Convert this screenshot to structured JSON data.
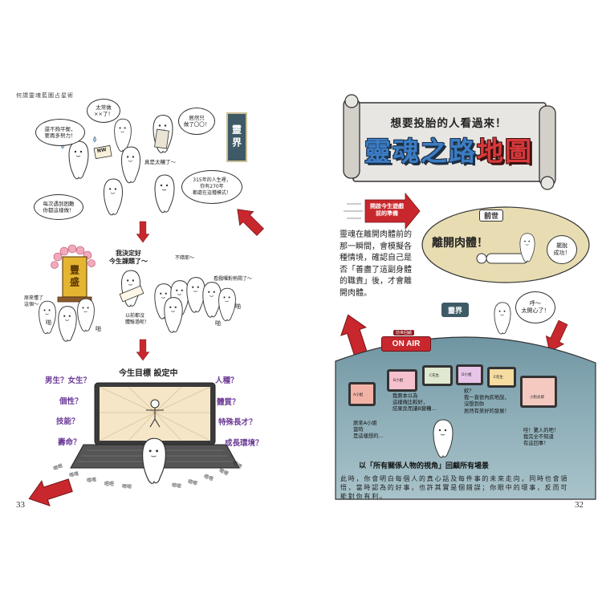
{
  "left_page": {
    "running_header": "何謂靈魂藍圖占星術",
    "page_number": "33",
    "judgement_scene": {
      "realm_label": "靈界",
      "card_text": "NW",
      "bubble_balance": "還不夠平衡，\n要再多努力！",
      "bubble_too_often": "太常做\n××了！",
      "bubble_only_did": "居然只\n做了〇〇！",
      "remark_terrible": "真是太糟了～",
      "bubble_315_years": "315年的人生裡，\n你有270年\n都處在這種模式！",
      "bubble_every_time": "每次遇到困難\n你都這樣做！"
    },
    "decision_scene": {
      "shrine_plaque": "豐盛",
      "decided": "我決定好\n今生課題了～",
      "not_bad": "不錯耶～",
      "watching": "看戲囉對熱鬧了～",
      "understood": "原來懂了\n這個～",
      "never_experienced": "以前都沒\n體驗過呢！",
      "clap_sounds": [
        "啪",
        "啪",
        "啪",
        "啪"
      ]
    },
    "goal_setting_scene": {
      "title": "今生目標 設定中",
      "left_questions": [
        "男生？女生？",
        "個性？",
        "技能？",
        "壽命？"
      ],
      "right_questions": [
        "人種？",
        "體質？",
        "特殊長才？",
        "成長環境？"
      ],
      "murmurs": [
        "嗯嗯",
        "嗯嗯",
        "嗯嗯",
        "嗯嗯",
        "嗯嗯",
        "嗯嗯",
        "嗯嗯",
        "嗯嗯",
        "嗯嗯",
        "嗯嗯"
      ]
    }
  },
  "right_page": {
    "page_number": "32",
    "banner": {
      "subtitle": "想要投胎的人看過來！",
      "title_part1": "靈魂之路",
      "title_part2": "地圖"
    },
    "section_arrow_label": "開啟今生遊戲\n前的準備",
    "intro_paragraph": "靈魂在離開肉體前的\n那一瞬間，會模擬各\n種情境，確認自己是\n否「善盡了這副身體\n的職責」後，才會離\n開肉體。",
    "past_life": {
      "label": "前世",
      "leave_body": "離開肉體！",
      "escape_success": "擺脫\n成功！"
    },
    "spirit_realm": {
      "label": "靈界",
      "relief": "呼～\n太開心了！"
    },
    "review": {
      "sign_tab": "前世回顧",
      "on_air": "ON AIR",
      "screens": [
        "A小姐",
        "B小姐",
        "C先生",
        "D小姐",
        "E先生",
        "小狗太郎"
      ],
      "thought_better": "我原本以為\n這樣做比較好，\n結果反而讓B變糟…",
      "surprised": "欸？\n我一直很內疚地說，\n沒想到你\n居然有美好的發展！",
      "ms_a": "原來A小姐\n當時\n是這樣想的…",
      "wow": "哇！驚人的吧！\n我完全不知道\n有這回事！",
      "caption": "以「所有關係人物的視角」回顧所有場景",
      "explanation": "此時，你會明白每個人的真心話及每件事的未來走向，同時也會領\n悟，當時認為的好事，也許其實是個錯誤；你眼中的壞事，反而可\n能對你有利。"
    }
  },
  "colors": {
    "arrow_red": "#c8282d",
    "question_purple": "#6b3a96",
    "realm_slate": "#3d5a66",
    "review_dome_teal": "#86a8b3",
    "past_life_oval": "#e8dcb2",
    "title_blue": "#3b7cc4",
    "title_red": "#d8393a"
  }
}
